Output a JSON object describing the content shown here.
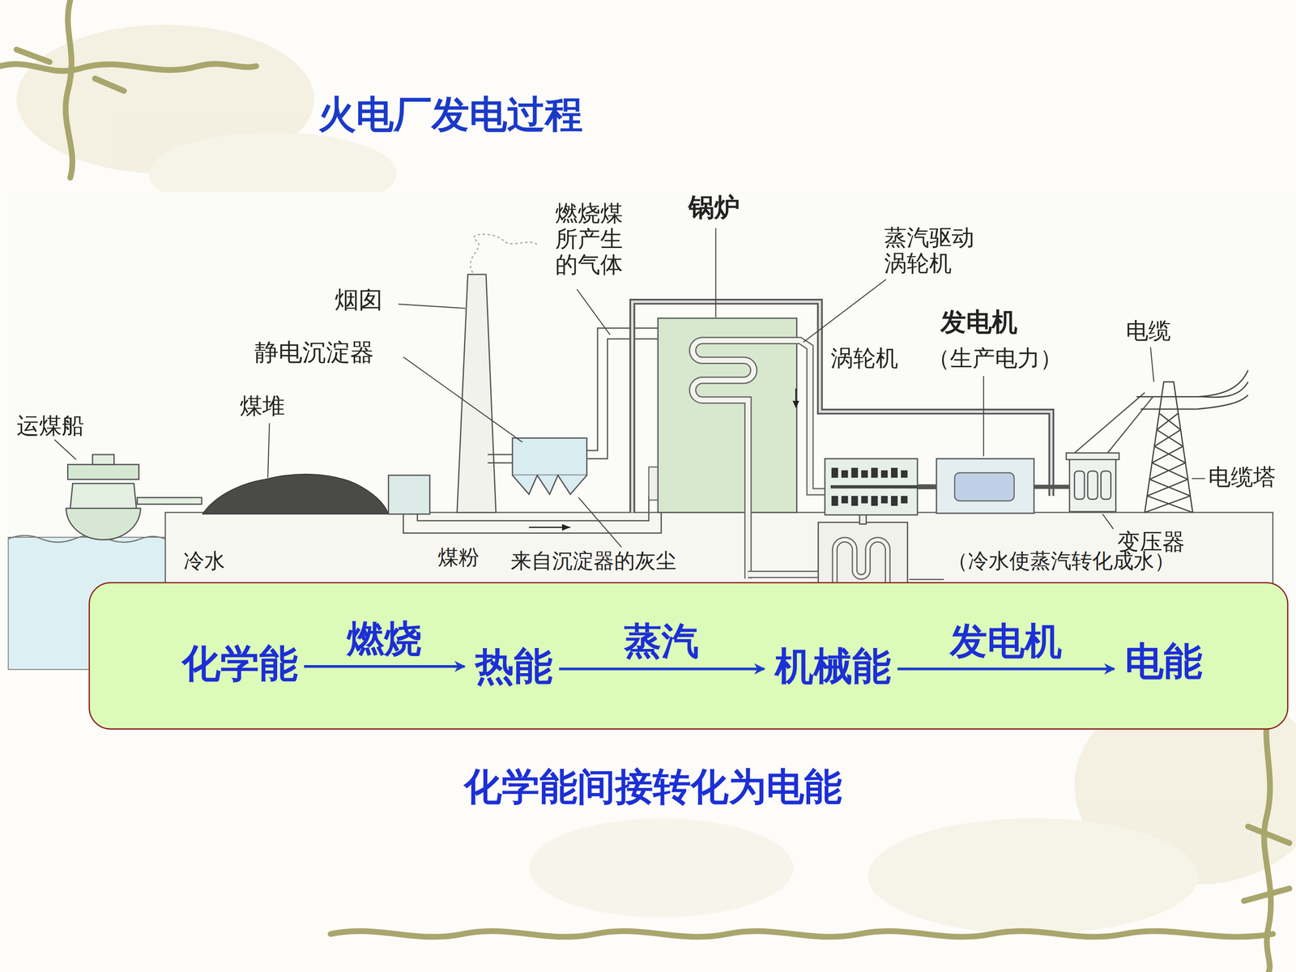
{
  "diagram": {
    "title": "火电厂发电过程",
    "caption": "化学能间接转化为电能",
    "nodes": [
      {
        "text": [
          "化学能"
        ]
      },
      {
        "text": [
          "热能"
        ]
      },
      {
        "text": [
          "机械能"
        ]
      },
      {
        "text": [
          "电能"
        ]
      }
    ],
    "edges": [
      {
        "from": 0,
        "to": 1,
        "label": "燃烧",
        "arrow": "to"
      },
      {
        "from": 1,
        "to": 2,
        "label": "蒸汽",
        "arrow": "to"
      },
      {
        "from": 2,
        "to": 3,
        "label": "发电机",
        "arrow": "to"
      }
    ],
    "labels": [
      "燃烧煤 所产生 的气体",
      "锅炉",
      "蒸汽驱动 涡轮机",
      "烟囱",
      "发电机",
      "静电沉淀器",
      "涡轮机",
      "（生产电力）",
      "电缆",
      "煤堆",
      "运煤船",
      "电缆塔",
      "变压器",
      "冷水",
      "煤粉",
      "来自沉淀器的灰尘",
      "（冷水使蒸汽转化成水）"
    ]
  }
}
